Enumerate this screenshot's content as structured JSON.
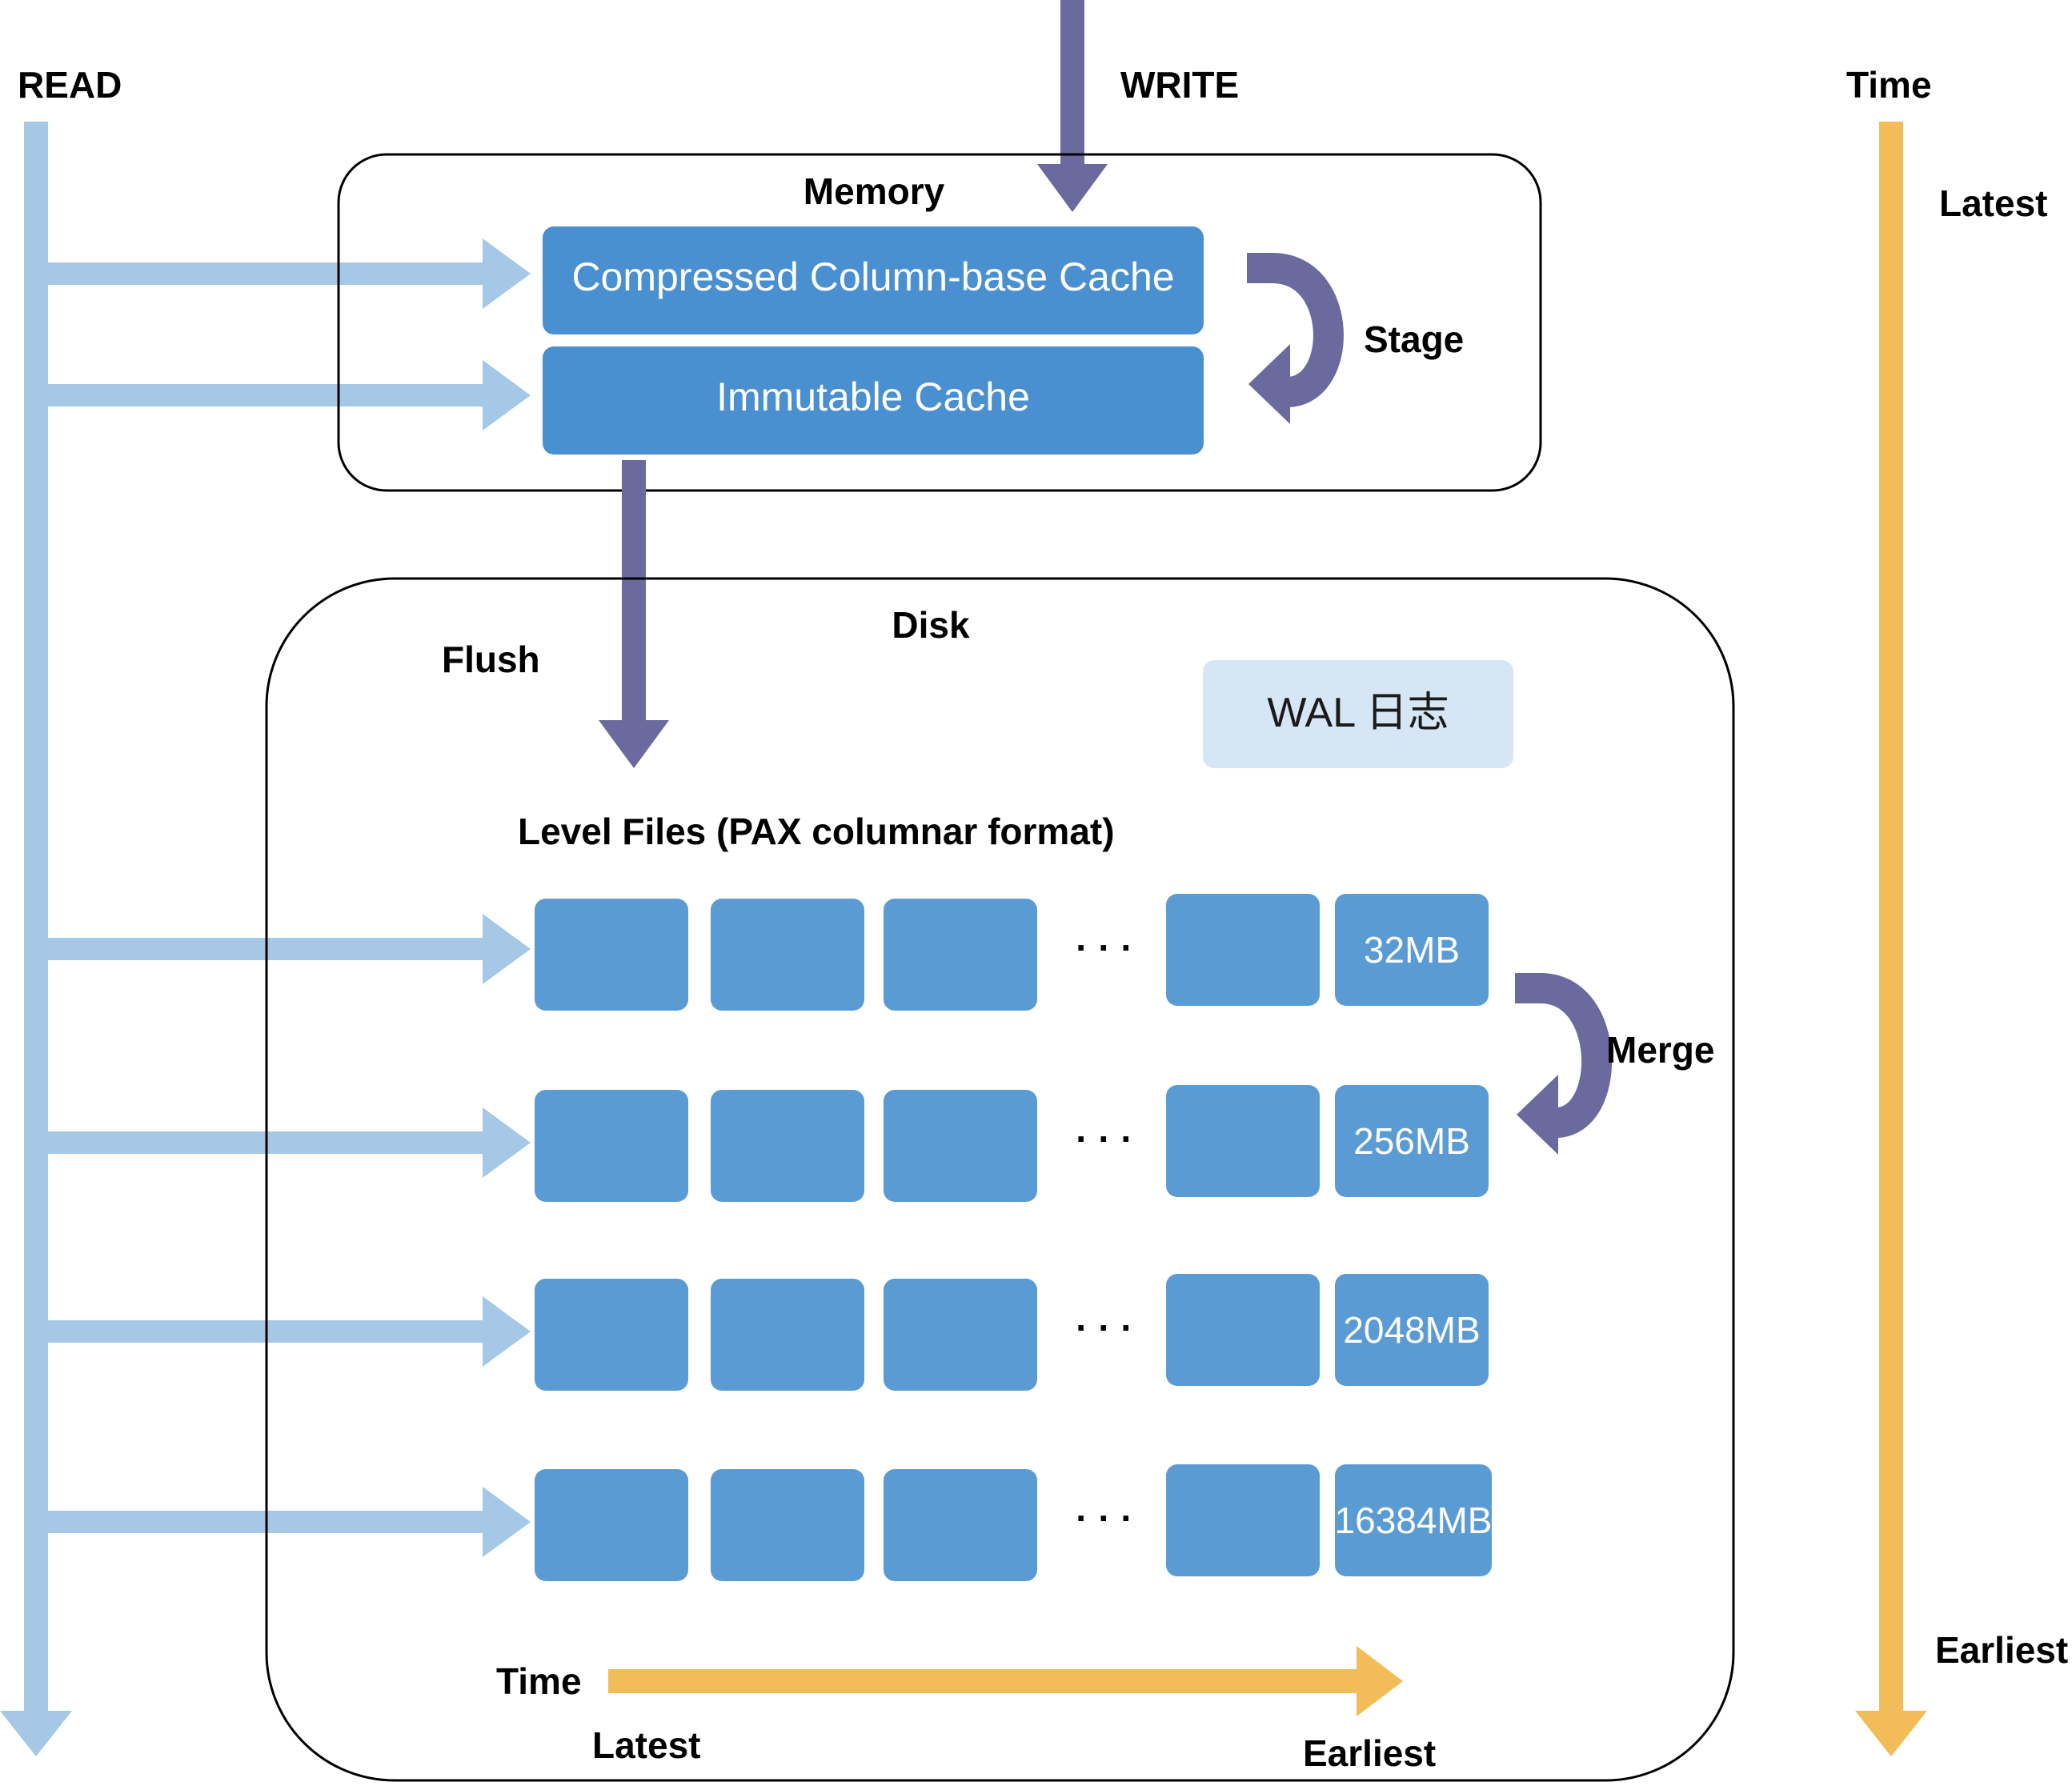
{
  "labels": {
    "read": "READ",
    "write": "WRITE",
    "time_right": "Time",
    "latest_right": "Latest",
    "earliest_right": "Earliest",
    "memory": "Memory",
    "stage": "Stage",
    "flush": "Flush",
    "disk": "Disk",
    "merge": "Merge",
    "level_files": "Level Files (PAX columnar format)",
    "time_bottom": "Time",
    "latest_bottom": "Latest",
    "earliest_bottom": "Earliest"
  },
  "memory": {
    "compressed_cache": "Compressed Column-base Cache",
    "immutable_cache": "Immutable Cache"
  },
  "disk": {
    "wal": "WAL 日志",
    "ellipsis": "· · ·",
    "levels": [
      {
        "size": "32MB"
      },
      {
        "size": "256MB"
      },
      {
        "size": "2048MB"
      },
      {
        "size": "16384MB"
      }
    ]
  },
  "colors": {
    "read_arrow": "#a4c8e6",
    "write_arrow": "#6a6a9e",
    "time_arrow": "#f2bd58",
    "cache_box": "#4a8fcf",
    "level_file": "#5b9bd3",
    "wal_box": "#d6e6f5"
  }
}
